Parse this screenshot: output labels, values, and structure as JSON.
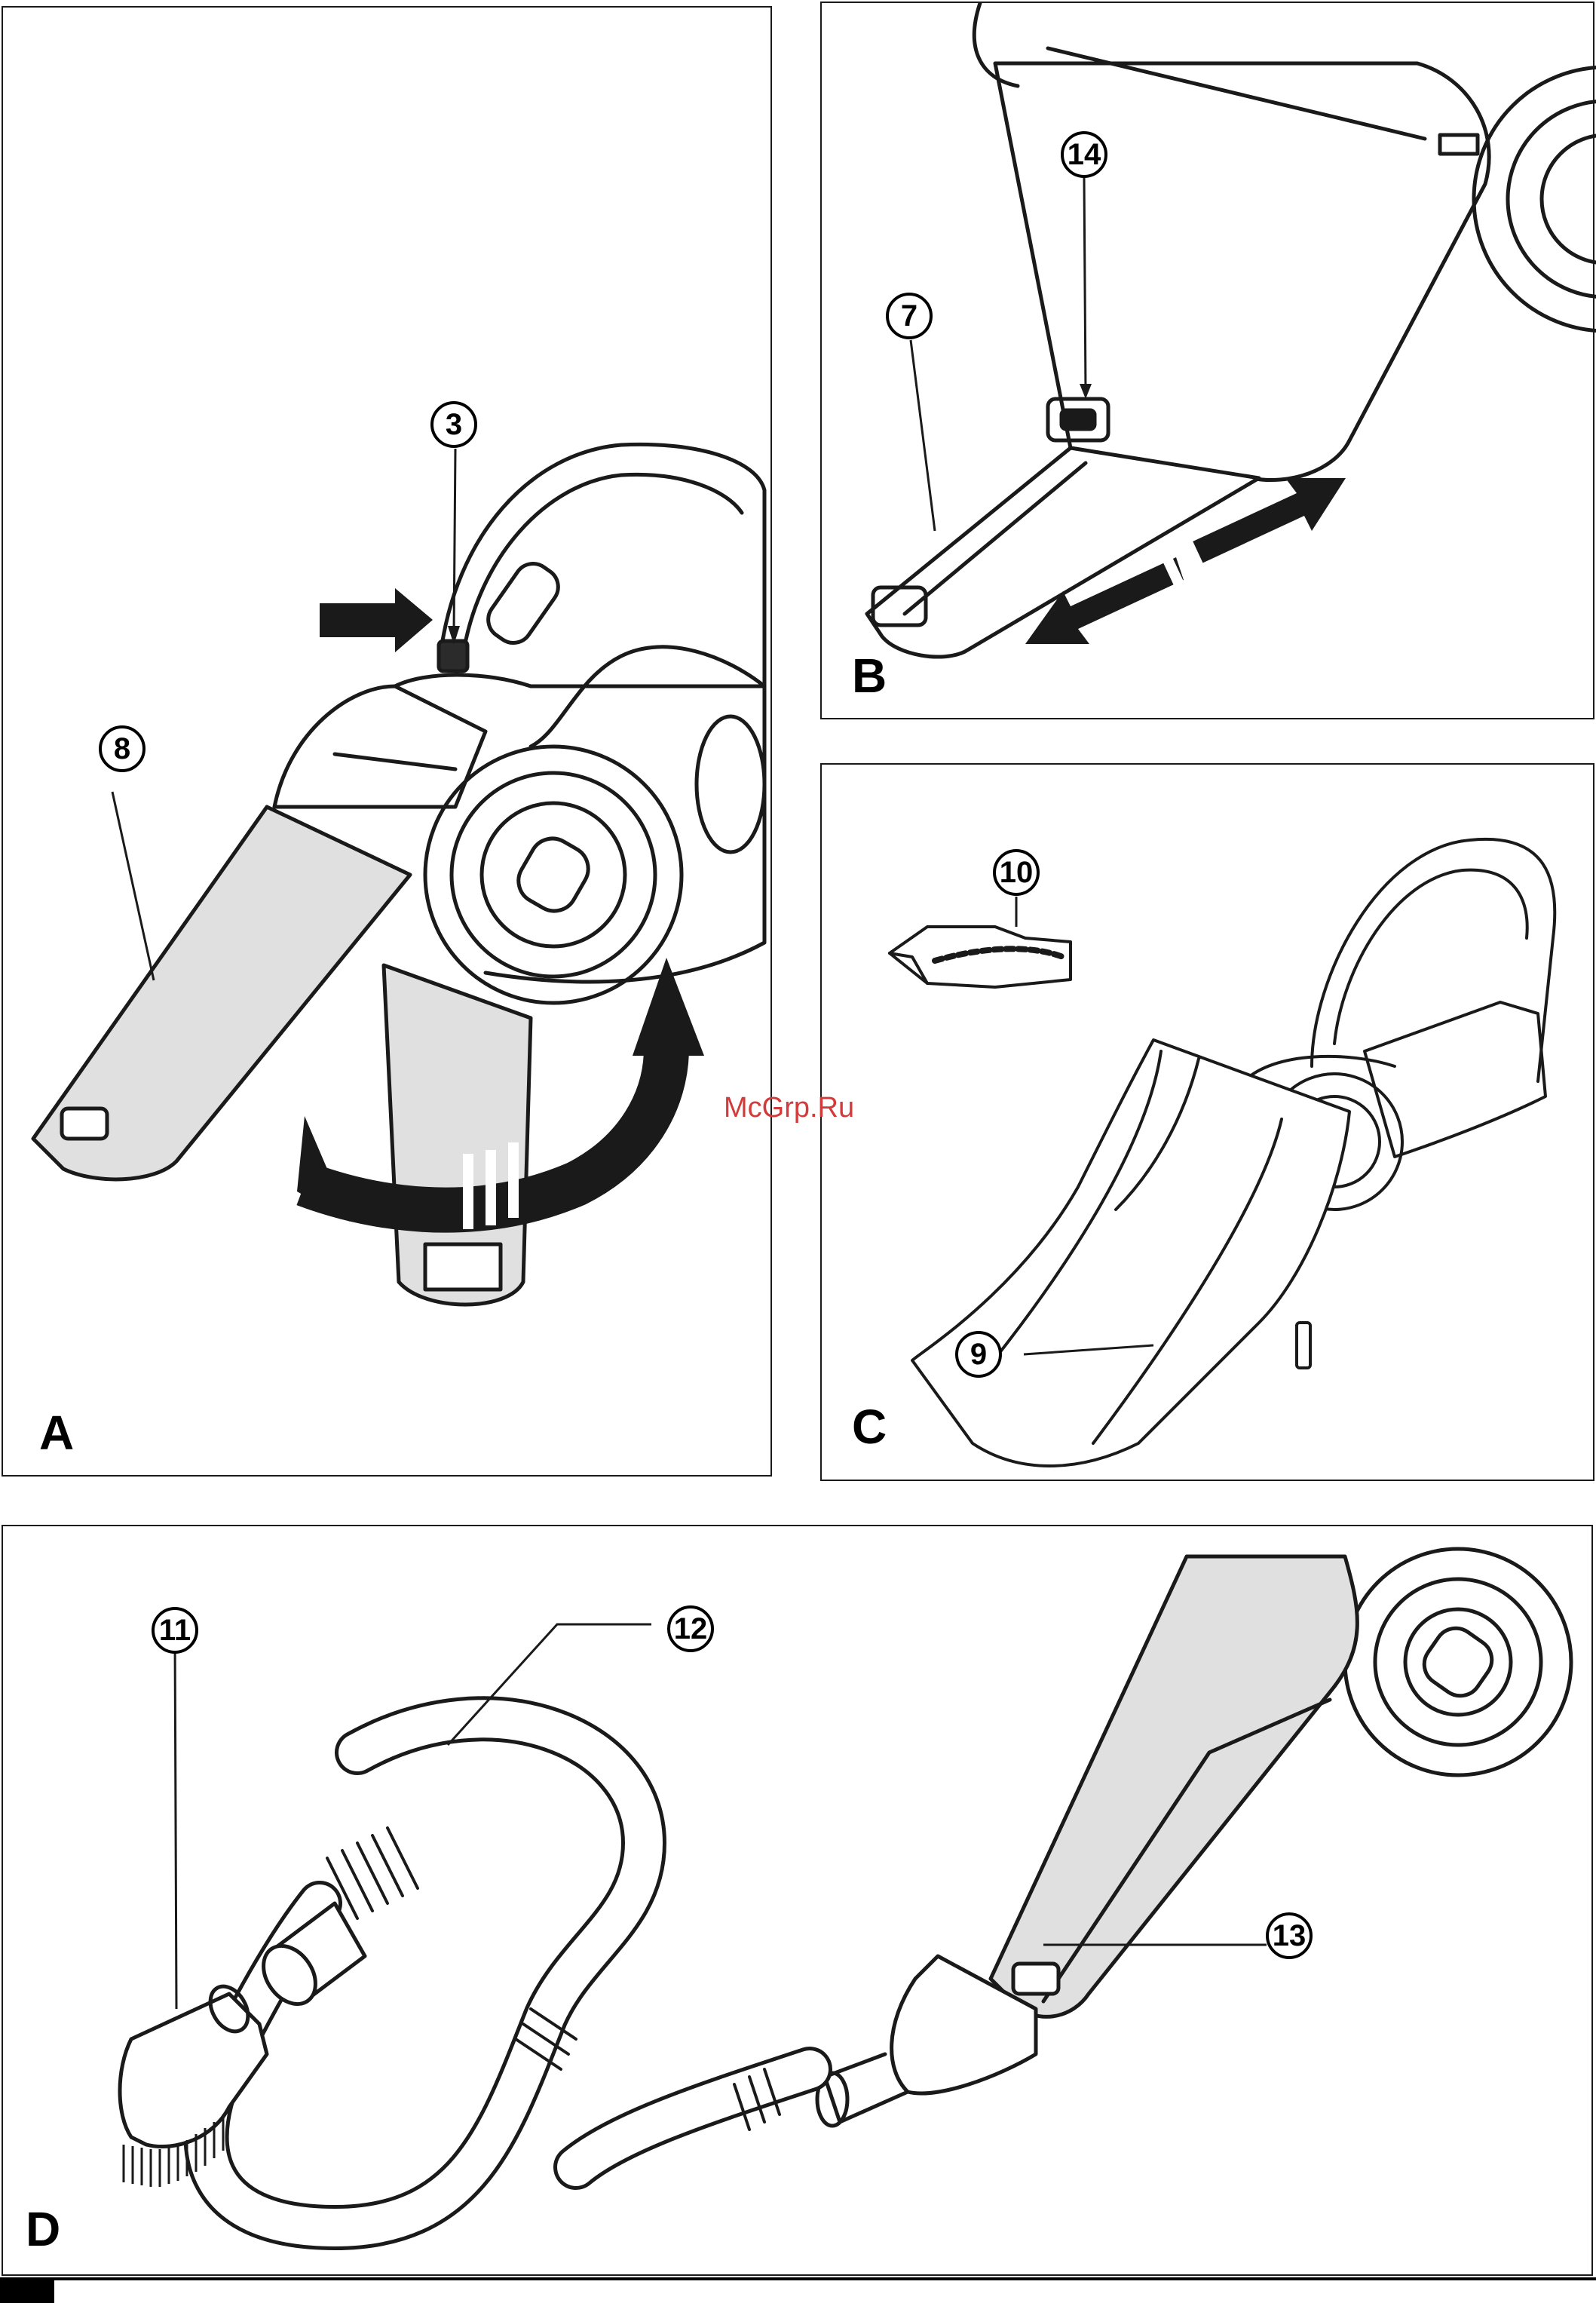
{
  "colors": {
    "line": "#1a1a1a",
    "grey_fill": "#e0e0e0",
    "dark_fill": "#2b2b2b",
    "watermark": "#d43a3a"
  },
  "panels": {
    "a": {
      "letter": "A",
      "callouts": [
        "3",
        "8"
      ]
    },
    "b": {
      "letter": "B",
      "callouts": [
        "14",
        "7"
      ]
    },
    "c": {
      "letter": "C",
      "callouts": [
        "10",
        "9"
      ]
    },
    "d": {
      "letter": "D",
      "callouts": [
        "11",
        "12",
        "13"
      ]
    }
  },
  "watermark": "McGrp.Ru"
}
